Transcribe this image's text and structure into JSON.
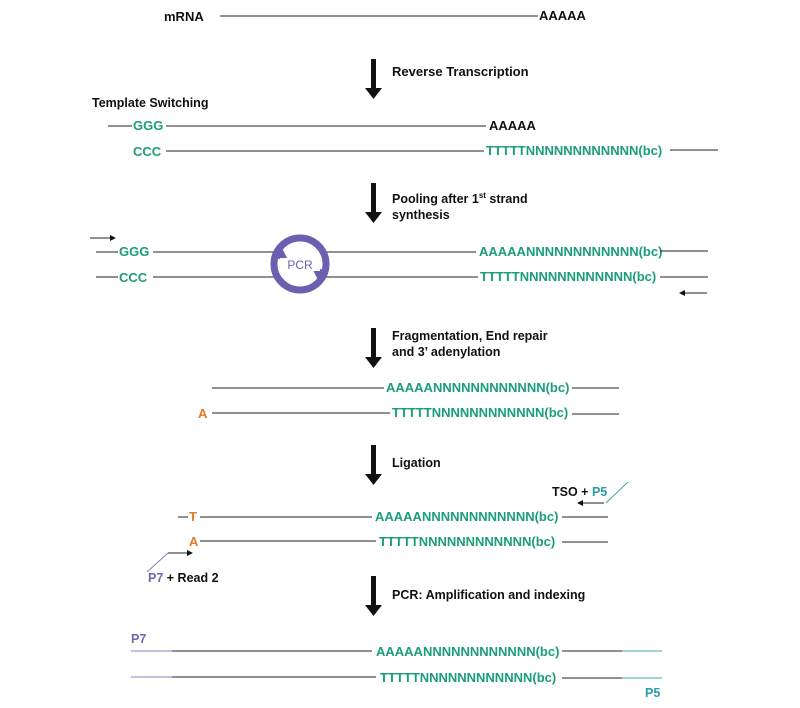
{
  "colors": {
    "text": "#111111",
    "green": "#1a9e78",
    "orange": "#e07b28",
    "purple": "#7565b0",
    "teal": "#2a9da8"
  },
  "mrna": {
    "label": "mRNA",
    "polya": "AAAAA"
  },
  "steps": {
    "reverse_transcription": "Reverse Transcription",
    "pooling_line1_pre": "Pooling after 1",
    "pooling_sup": "st",
    "pooling_line1_post": " strand",
    "pooling_line2": "synthesis",
    "fragmentation_line1": "Fragmentation, End repair",
    "fragmentation_line2": "and 3’ adenylation",
    "ligation": "Ligation",
    "pcr": "PCR: Amplification and indexing"
  },
  "template_switching": {
    "title": "Template Switching",
    "ggg": "GGG",
    "ccc": "CCC",
    "polya": "AAAAA",
    "polyt": "TTTTTNNNNNNNNNNNN(bc)"
  },
  "pooled": {
    "ggg": "GGG",
    "ccc": "CCC",
    "top": "AAAAANNNNNNNNNNNN(bc)",
    "bottom": "TTTTTNNNNNNNNNNNN(bc)",
    "pcr_label": "PCR"
  },
  "fragmented": {
    "top": "AAAAANNNNNNNNNNNN(bc)",
    "bottom": "TTTTTNNNNNNNNNNNN(bc)",
    "a_overhang": "A"
  },
  "ligated": {
    "tso": "TSO + ",
    "p5": "P5",
    "t_overhang": "T",
    "a_overhang": "A",
    "top": "AAAAANNNNNNNNNNNN(bc)",
    "bottom": "TTTTTNNNNNNNNNNNN(bc)",
    "p7": "P7",
    "read2": " + Read 2"
  },
  "final": {
    "p7": "P7",
    "p5": "P5",
    "top": "AAAAANNNNNNNNNNNN(bc)",
    "bottom": "TTTTTNNNNNNNNNNNN(bc)"
  }
}
